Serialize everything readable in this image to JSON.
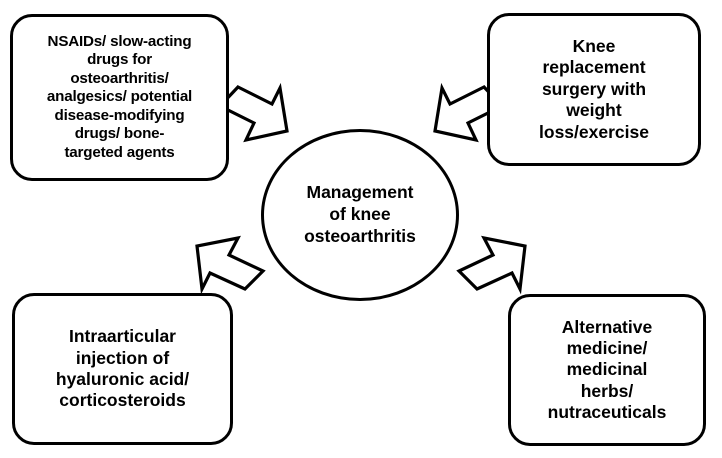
{
  "diagram": {
    "title": "Management of knee osteoarthritis",
    "type": "hub-and-spoke concept map",
    "colors": {
      "background": "#ffffff",
      "stroke": "#000000",
      "fill": "#ffffff",
      "text": "#000000"
    },
    "center": {
      "label": "Management\nof knee\nosteoarthritis",
      "shape": "ellipse"
    },
    "nodes": [
      {
        "id": "top-left",
        "label": "NSAIDs/ slow-acting\ndrugs for\nosteoarthritis/\nanalgesics/ potential\ndisease-modifying\ndrugs/ bone-\ntargeted agents",
        "shape": "rounded-rectangle",
        "position": "top-left"
      },
      {
        "id": "top-right",
        "label": "Knee\nreplacement\nsurgery with\nweight\nloss/exercise",
        "shape": "rounded-rectangle",
        "position": "top-right"
      },
      {
        "id": "bottom-left",
        "label": "Intraarticular\ninjection of\nhyaluronic acid/\ncorticosteroids",
        "shape": "rounded-rectangle",
        "position": "bottom-left"
      },
      {
        "id": "bottom-right",
        "label": "Alternative\nmedicine/\nmedicinal\nherbs/\nnutraceuticals",
        "shape": "rounded-rectangle",
        "position": "bottom-right"
      }
    ],
    "arrows": [
      {
        "id": "arrow-top-left",
        "from": "top-left",
        "to": "center",
        "direction": "down-right"
      },
      {
        "id": "arrow-top-right",
        "from": "top-right",
        "to": "center",
        "direction": "down-left"
      },
      {
        "id": "arrow-bottom-left",
        "from": "bottom-left",
        "to": "center",
        "direction": "up-right"
      },
      {
        "id": "arrow-bottom-right",
        "from": "bottom-right",
        "to": "center",
        "direction": "up-left"
      }
    ]
  }
}
